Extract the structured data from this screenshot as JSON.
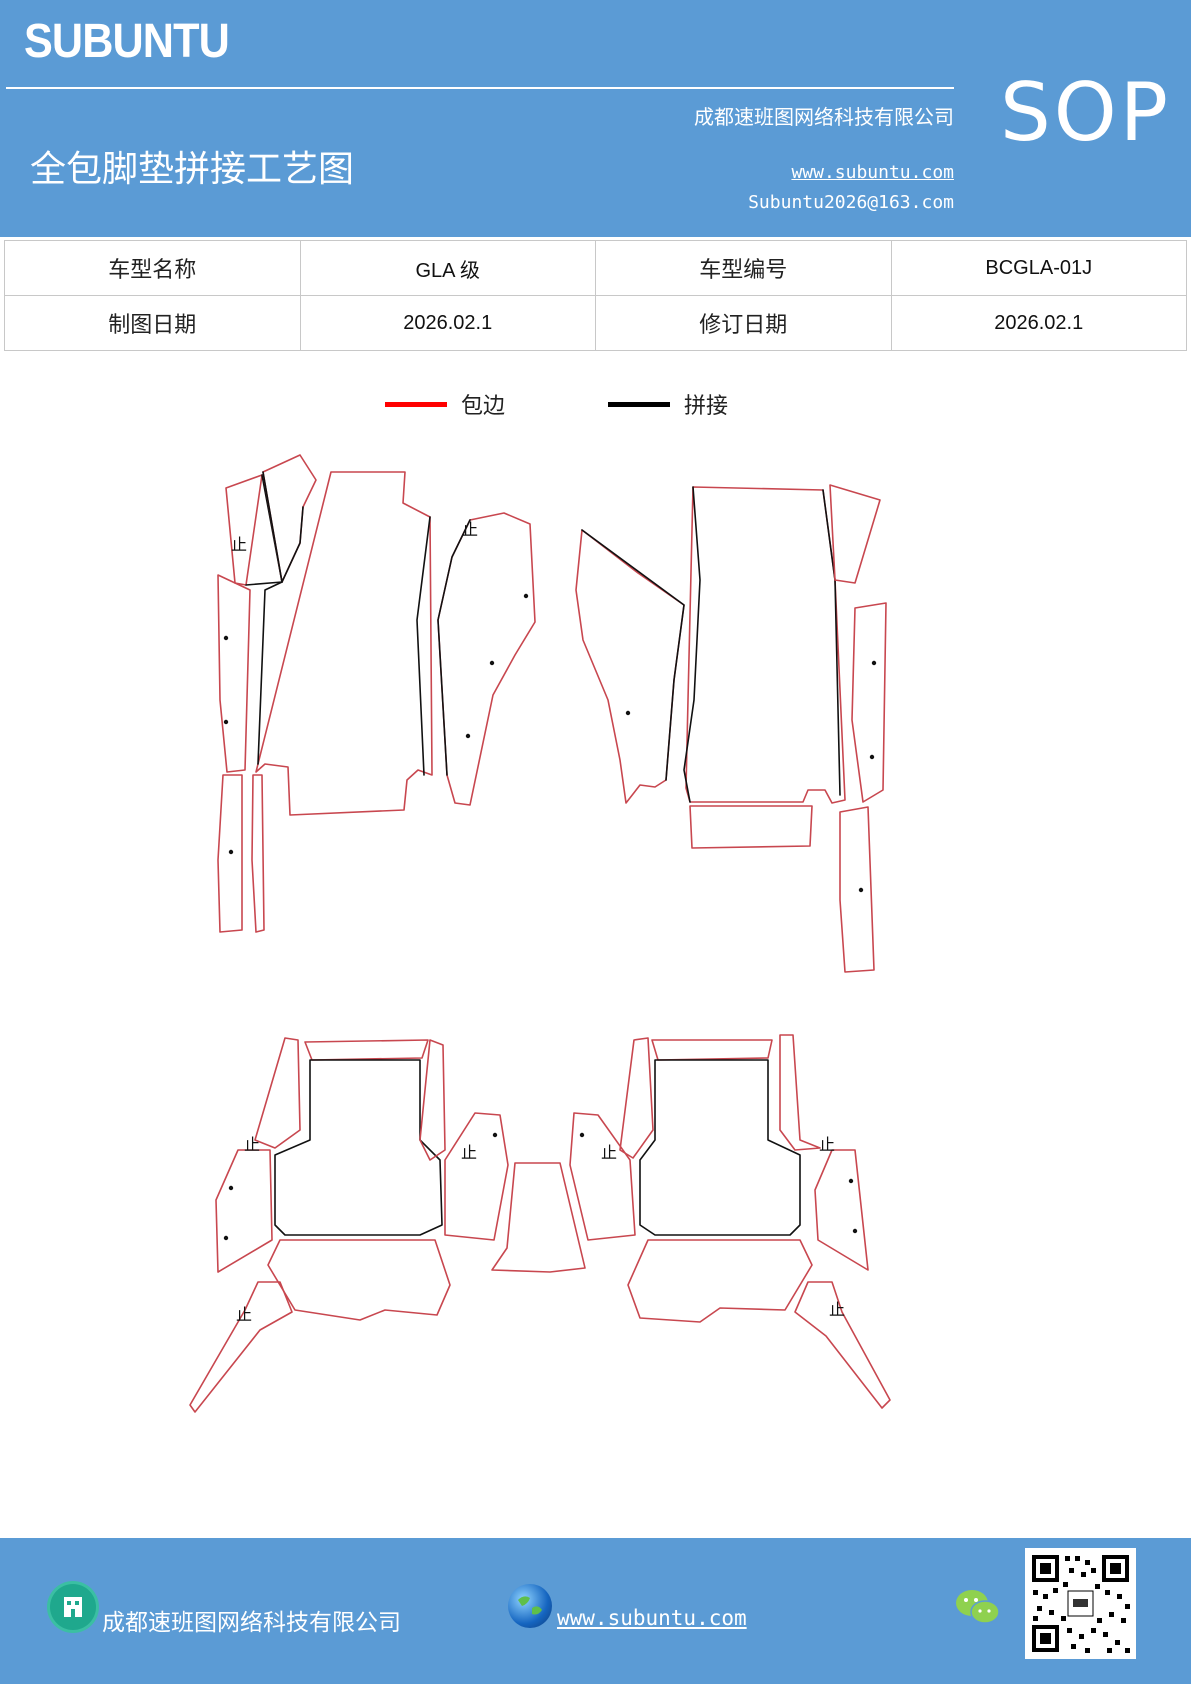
{
  "header": {
    "brand": "SUBUNTU",
    "company": "成都速班图网络科技有限公司",
    "title": "全包脚垫拼接工艺图",
    "website": "www.subuntu.com",
    "email": "Subuntu2026@163.com",
    "badge": "SOP"
  },
  "info": {
    "model_name_label": "车型名称",
    "model_name_value": "GLA 级",
    "model_code_label": "车型编号",
    "model_code_value": "BCGLA-01J",
    "draw_date_label": "制图日期",
    "draw_date_value": "2026.02.1",
    "revise_date_label": "修订日期",
    "revise_date_value": "2026.02.1"
  },
  "legend": {
    "edging_label": "包边",
    "edging_color": "#ff0000",
    "splice_label": "拼接",
    "splice_color": "#000000"
  },
  "diagram": {
    "stop_mark": "止",
    "edge_color": "#c8474f",
    "seam_color": "#111111"
  },
  "footer": {
    "company": "成都速班图网络科技有限公司",
    "website": "www.subuntu.com",
    "building_icon": "building-icon",
    "globe_icon": "globe-icon",
    "wechat_icon": "wechat-icon",
    "qr_code": "qr-code"
  }
}
